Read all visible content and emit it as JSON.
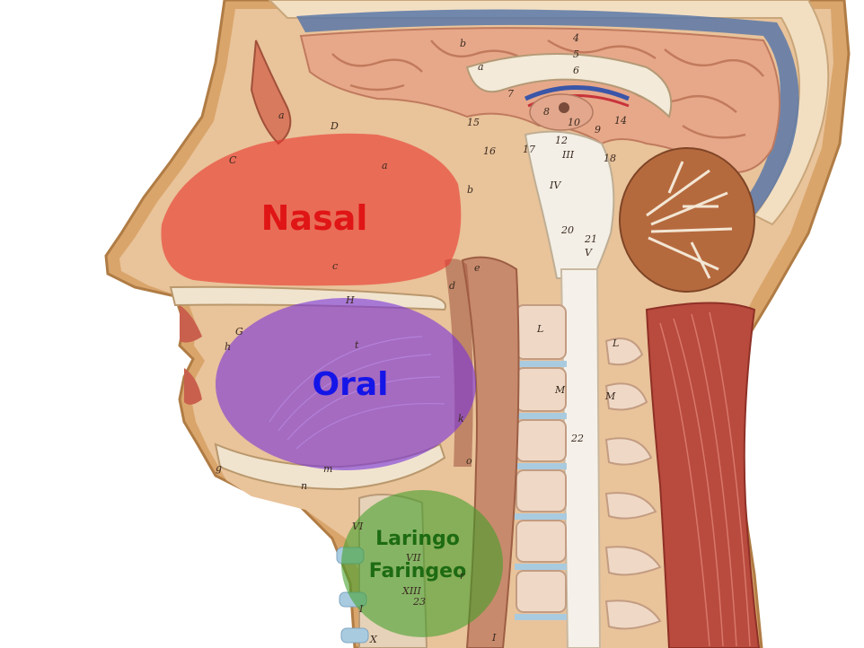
{
  "regions": {
    "nasal": {
      "label": "Nasal",
      "color": "#e8372f",
      "text_color": "#e01515"
    },
    "oral": {
      "label": "Oral",
      "color": "#7a35d8",
      "text_color": "#1515e8"
    },
    "laryngo": {
      "label_line1": "Laringo",
      "label_line2": "Faringeo",
      "color": "#3f9e2a",
      "text_color": "#1d6b12"
    }
  },
  "markers": {
    "m_a1": "a",
    "m_D": "D",
    "m_a2": "a",
    "m_b1": "b",
    "m_c1": "c",
    "m_c2": "C",
    "m_G": "G",
    "m_H": "H",
    "m_h": "h",
    "m_t": "t",
    "m_g": "g",
    "m_m": "m",
    "m_n": "n",
    "m_d": "d",
    "m_e": "e",
    "m_k": "k",
    "m_o": "o",
    "m_4": "4",
    "m_5": "5",
    "m_6": "6",
    "m_b2": "b",
    "m_a3": "a",
    "m_7": "7",
    "m_8": "8",
    "m_9": "9",
    "m_10": "10",
    "m_14": "14",
    "m_15": "15",
    "m_16": "16",
    "m_17": "17",
    "m_18": "18",
    "m_12": "12",
    "m_III": "III",
    "m_IV": "IV",
    "m_20": "20",
    "m_21": "21",
    "m_V": "V",
    "m_L1": "L",
    "m_L2": "L",
    "m_M1": "M",
    "m_M2": "M",
    "m_22": "22",
    "m_VI": "VI",
    "m_VII": "VII",
    "m_XIII": "XIII",
    "m_23": "23",
    "m_r": "r",
    "m_I1": "I",
    "m_I2": "I",
    "m_X": "X"
  }
}
